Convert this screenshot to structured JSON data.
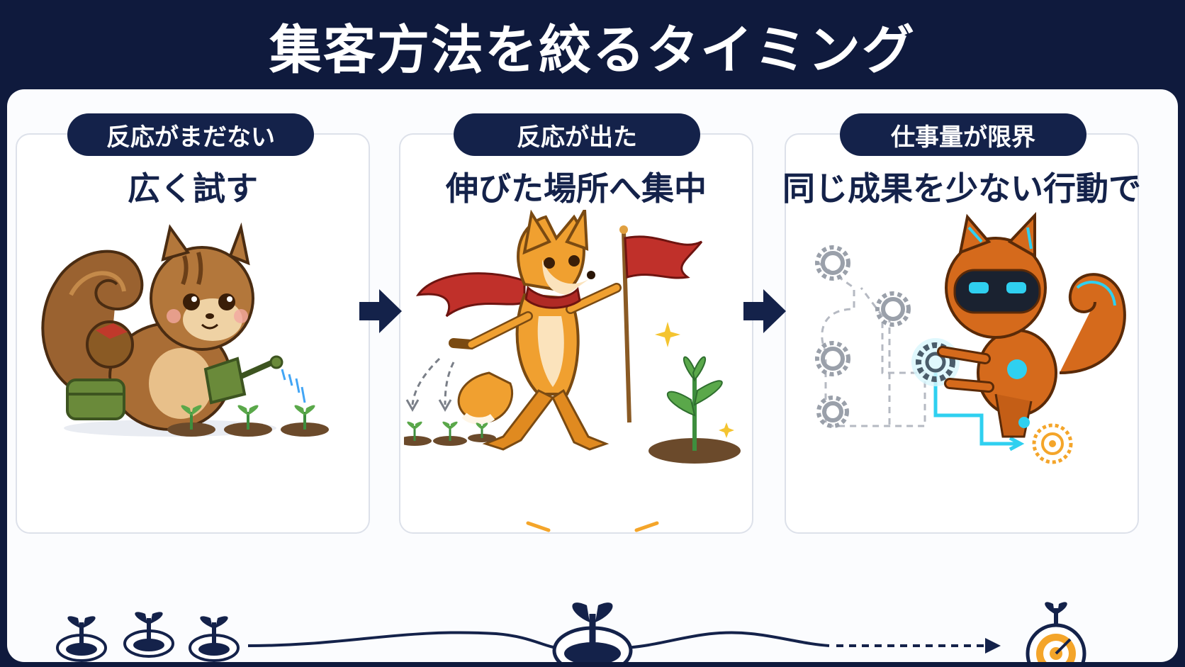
{
  "title": "集客方法を絞るタイミング",
  "stages": [
    {
      "condition": "反応がまだない",
      "action": "広く試す"
    },
    {
      "condition": "反応が出た",
      "action": "伸びた場所へ集中"
    },
    {
      "condition": "仕事量が限界",
      "action": "同じ成果を少ない行動で"
    }
  ],
  "colors": {
    "navy": "#14224a",
    "background": "#0f1a3d",
    "accent_orange": "#f4a52a",
    "accent_cyan": "#2fd0f0"
  }
}
